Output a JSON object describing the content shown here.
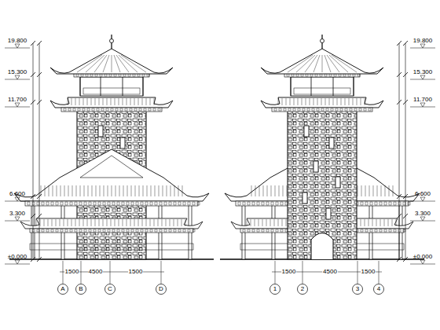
{
  "diagram": {
    "labels": [
      "A",
      "B",
      "C",
      "D",
      "1",
      "2",
      "3",
      "4",
      "±0.000",
      "3.300",
      "6.600",
      "11.700",
      "15.300",
      "19.800",
      "±0.000",
      "3.300",
      "6.600",
      "11.700",
      "15.300",
      "19.800",
      "1500",
      "4500",
      "1500",
      "1500",
      "4500",
      "1500"
    ]
  }
}
